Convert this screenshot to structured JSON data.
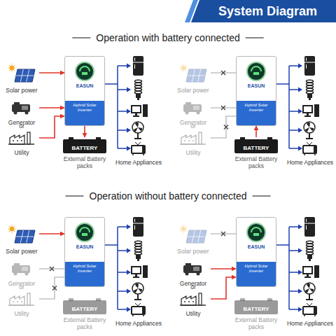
{
  "diagram": {
    "title": "System Diagram",
    "nodes": [
      {
        "text": [
          "Solar power"
        ]
      },
      {
        "text": [
          "Generator"
        ]
      },
      {
        "text": [
          "Utility"
        ]
      },
      {
        "text": [
          "EASUN",
          "Hybrid Solar Inverter"
        ]
      },
      {
        "text": [
          "BATTERY",
          "External Battery packs"
        ]
      },
      {
        "text": [
          "Solar power"
        ]
      },
      {
        "text": [
          "Generator"
        ]
      },
      {
        "text": [
          "Utility"
        ]
      },
      {
        "text": [
          "EASUN",
          "Hybrid Solar Inverter"
        ]
      },
      {
        "text": [
          "BATTERY",
          "External Battery packs"
        ]
      },
      {
        "text": [
          "Solar power"
        ]
      },
      {
        "text": [
          "Generator"
        ]
      },
      {
        "text": [
          "Utility"
        ]
      },
      {
        "text": [
          "EASUN",
          "Hybrid Solar Inverter"
        ]
      },
      {
        "text": [
          "BATTERY",
          "External Battery packs"
        ]
      },
      {
        "text": [
          "Solar power"
        ]
      },
      {
        "text": [
          "Generator"
        ]
      },
      {
        "text": [
          "Utility"
        ]
      },
      {
        "text": [
          "EASUN",
          "Hybrid Solar Inverter"
        ]
      },
      {
        "text": [
          "BATTERY",
          "External Battery packs"
        ]
      }
    ],
    "edges": [
      {
        "from": 0,
        "to": 3,
        "arrow": "to"
      },
      {
        "from": 1,
        "to": 3,
        "arrow": "to"
      },
      {
        "from": 2,
        "to": 3,
        "arrow": "to"
      },
      {
        "from": 3,
        "to": 4,
        "arrow": "to"
      },
      {
        "from": 5,
        "to": 8,
        "arrow": "none"
      },
      {
        "from": 6,
        "to": 8,
        "arrow": "none"
      },
      {
        "from": 7,
        "to": 8,
        "arrow": "none"
      },
      {
        "from": 9,
        "to": 8,
        "arrow": "to"
      },
      {
        "from": 10,
        "to": 13,
        "arrow": "to"
      },
      {
        "from": 11,
        "to": 13,
        "arrow": "none"
      },
      {
        "from": 12,
        "to": 13,
        "arrow": "none"
      },
      {
        "from": 15,
        "to": 18,
        "arrow": "none"
      },
      {
        "from": 16,
        "to": 18,
        "arrow": "to"
      },
      {
        "from": 17,
        "to": 18,
        "arrow": "to"
      }
    ],
    "labels": [
      "Operation with battery connected",
      "or",
      "Home Appliances",
      "or",
      "Home Appliances",
      "Operation without battery connected",
      "or",
      "Home Appliances",
      "or",
      "Home Appliances"
    ]
  }
}
